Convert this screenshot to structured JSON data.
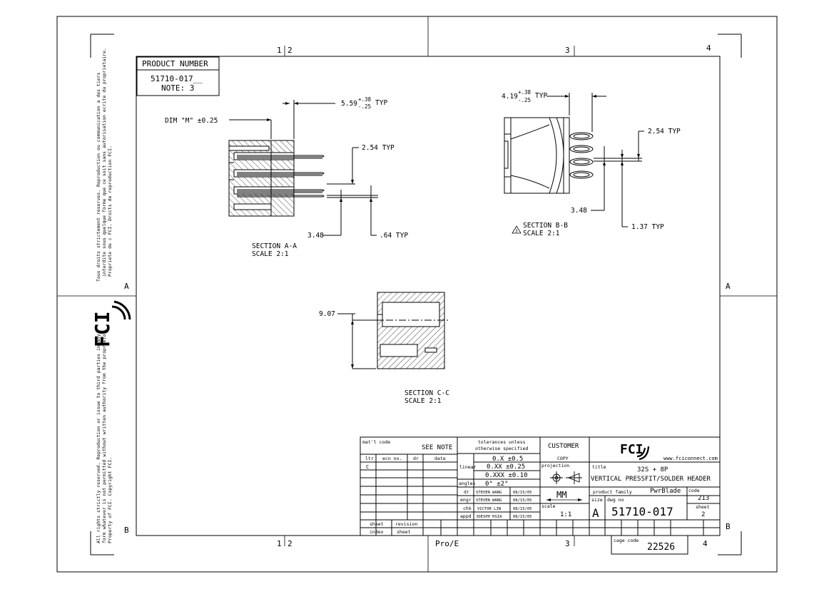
{
  "zones": {
    "top": [
      "1",
      "2",
      "3",
      "4"
    ],
    "bottom": [
      "1",
      "2",
      "3",
      "4"
    ],
    "left": [
      "A",
      "B"
    ],
    "right": [
      "A",
      "B"
    ],
    "bottom_mid": "Pro/E"
  },
  "side_text": {
    "upper": [
      "Tous droits strictement reserves. Reproduction ou communication a des tiers",
      "interdite sous quelque forme que ce soit sans autorisation ecrite du proprietaire.",
      "Propriete de c FCI.  Droits de reproduction FCI."
    ],
    "lower": [
      "All rights strictly reserved.  Reproduction or issue to third parties in any",
      "form whatever is not permitted without written authority from the proprietor.",
      "Property of FCI.  Copyright FCI."
    ],
    "logo": "FCI"
  },
  "product_box": {
    "header": "PRODUCT NUMBER",
    "number": "51710-017__",
    "note": "NOTE: 3"
  },
  "section_aa": {
    "dim_m": "DIM \"M\" ±0.25",
    "dim_559": "5.59",
    "tol_plus": "+.38",
    "tol_minus": "-.25",
    "typ": "TYP",
    "dim_254": "2.54 TYP",
    "dim_348": "3.48",
    "dim_064": ".64 TYP",
    "label": "SECTION  A-A",
    "scale": "SCALE  2:1"
  },
  "section_bb": {
    "dim_419": "4.19",
    "tol_plus": "+.38",
    "tol_minus": "-.25",
    "typ": "TYP",
    "dim_254": "2.54 TYP",
    "dim_348": "3.48",
    "dim_137": "1.37 TYP",
    "delta_num": "3",
    "label": "SECTION  B-B",
    "scale": "SCALE  2:1"
  },
  "section_cc": {
    "dim_907": "9.07",
    "label": "SECTION  C-C",
    "scale": "SCALE  2:1"
  },
  "title_block": {
    "matl_code_label": "mat'l code",
    "see_note": "SEE NOTE",
    "tolerances_line1": "tolerances unless",
    "tolerances_line2": "otherwise specified",
    "customer": "CUSTOMER",
    "copy": "COPY",
    "rev_headers": [
      "ltr",
      "ecn no.",
      "dr",
      "date"
    ],
    "rev_first_ltr": "C",
    "linear_label": "linear",
    "tol_linear": [
      "0.X  ±0.5",
      "0.XX  ±0.25",
      "0.XXX  ±0.10"
    ],
    "angles_label": "angles",
    "tol_angles": "0°  ±2°",
    "approvals": [
      {
        "role": "dr",
        "name": "STEVEN WANG",
        "date": "08/15/05"
      },
      {
        "role": "engr",
        "name": "STEVEN WANG",
        "date": "08/15/05"
      },
      {
        "role": "chk",
        "name": "VICTOR LIN",
        "date": "08/15/05"
      },
      {
        "role": "appd",
        "name": "JOESPH HSIA",
        "date": "08/15/05"
      }
    ],
    "projection_label": "projection",
    "units": "MM",
    "scale_label": "scale",
    "scale_value": "1:1",
    "company_logo": "FCI",
    "website": "www.fciconnect.com",
    "title_label": "title",
    "title_line1": "32S + 8P",
    "title_line2": "VERTICAL PRESSFIT/SOLDER HEADER",
    "product_family_label": "product family",
    "product_family": "PwrBlade",
    "code_label": "code",
    "code_value": "213",
    "size_label": "size",
    "size_value": "A",
    "dwg_no_label": "dwg no",
    "dwg_no": "51710-017",
    "sheet_label": "sheet",
    "sheet_value": "2",
    "bottom_labels": [
      "sheet",
      "revision",
      "index",
      "sheet"
    ],
    "cage_code_label": "cage code",
    "cage_code": "22526"
  }
}
